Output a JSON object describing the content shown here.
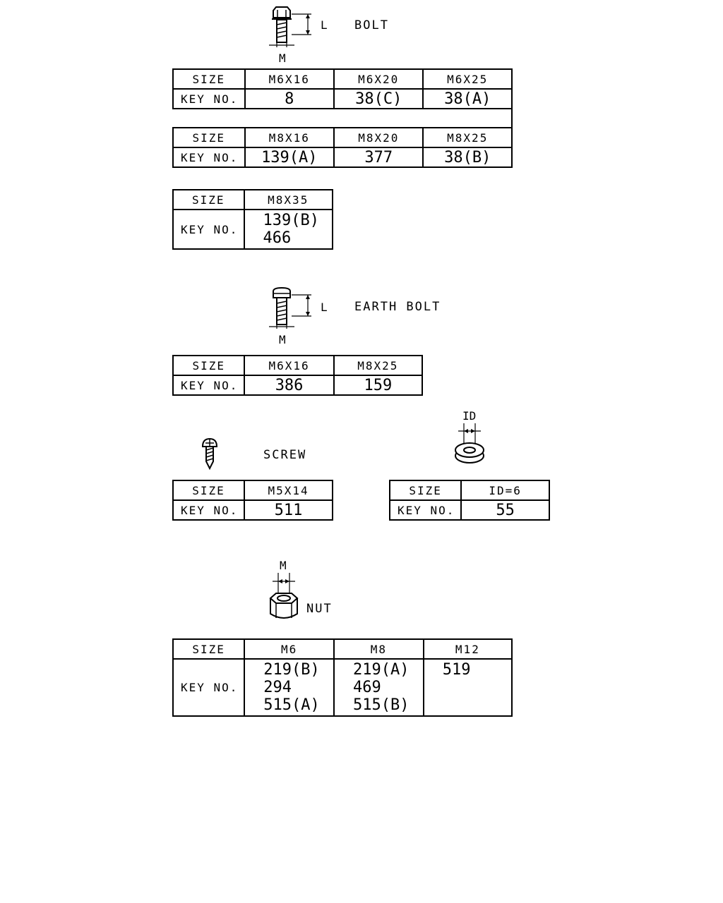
{
  "bolt": {
    "label": "BOLT",
    "dim_L": "L",
    "dim_M": "M",
    "table1": {
      "size_label": "SIZE",
      "key_label": "KEY NO.",
      "sizes": [
        "M6X16",
        "M6X20",
        "M6X25"
      ],
      "keys": [
        "8",
        "38(C)",
        "38(A)"
      ]
    },
    "table2": {
      "size_label": "SIZE",
      "key_label": "KEY NO.",
      "sizes": [
        "M8X16",
        "M8X20",
        "M8X25"
      ],
      "keys": [
        "139(A)",
        "377",
        "38(B)"
      ]
    },
    "table3": {
      "size_label": "SIZE",
      "key_label": "KEY NO.",
      "sizes": [
        "M8X35"
      ],
      "keys": [
        [
          "139(B)",
          "466"
        ]
      ]
    }
  },
  "earth_bolt": {
    "label": "EARTH BOLT",
    "dim_L": "L",
    "dim_M": "M",
    "table": {
      "size_label": "SIZE",
      "key_label": "KEY NO.",
      "sizes": [
        "M6X16",
        "M8X25"
      ],
      "keys": [
        "386",
        "159"
      ]
    }
  },
  "screw": {
    "label": "SCREW",
    "table": {
      "size_label": "SIZE",
      "key_label": "KEY NO.",
      "sizes": [
        "M5X14"
      ],
      "keys": [
        "511"
      ]
    }
  },
  "washer": {
    "dim_ID": "ID",
    "table": {
      "size_label": "SIZE",
      "key_label": "KEY NO.",
      "sizes": [
        "ID=6"
      ],
      "keys": [
        "55"
      ]
    }
  },
  "nut": {
    "label": "NUT",
    "dim_M": "M",
    "table": {
      "size_label": "SIZE",
      "key_label": "KEY NO.",
      "sizes": [
        "M6",
        "M8",
        "M12"
      ],
      "keys": [
        [
          "219(B)",
          "294",
          "515(A)"
        ],
        [
          "219(A)",
          "469",
          "515(B)"
        ],
        [
          "519"
        ]
      ]
    }
  }
}
